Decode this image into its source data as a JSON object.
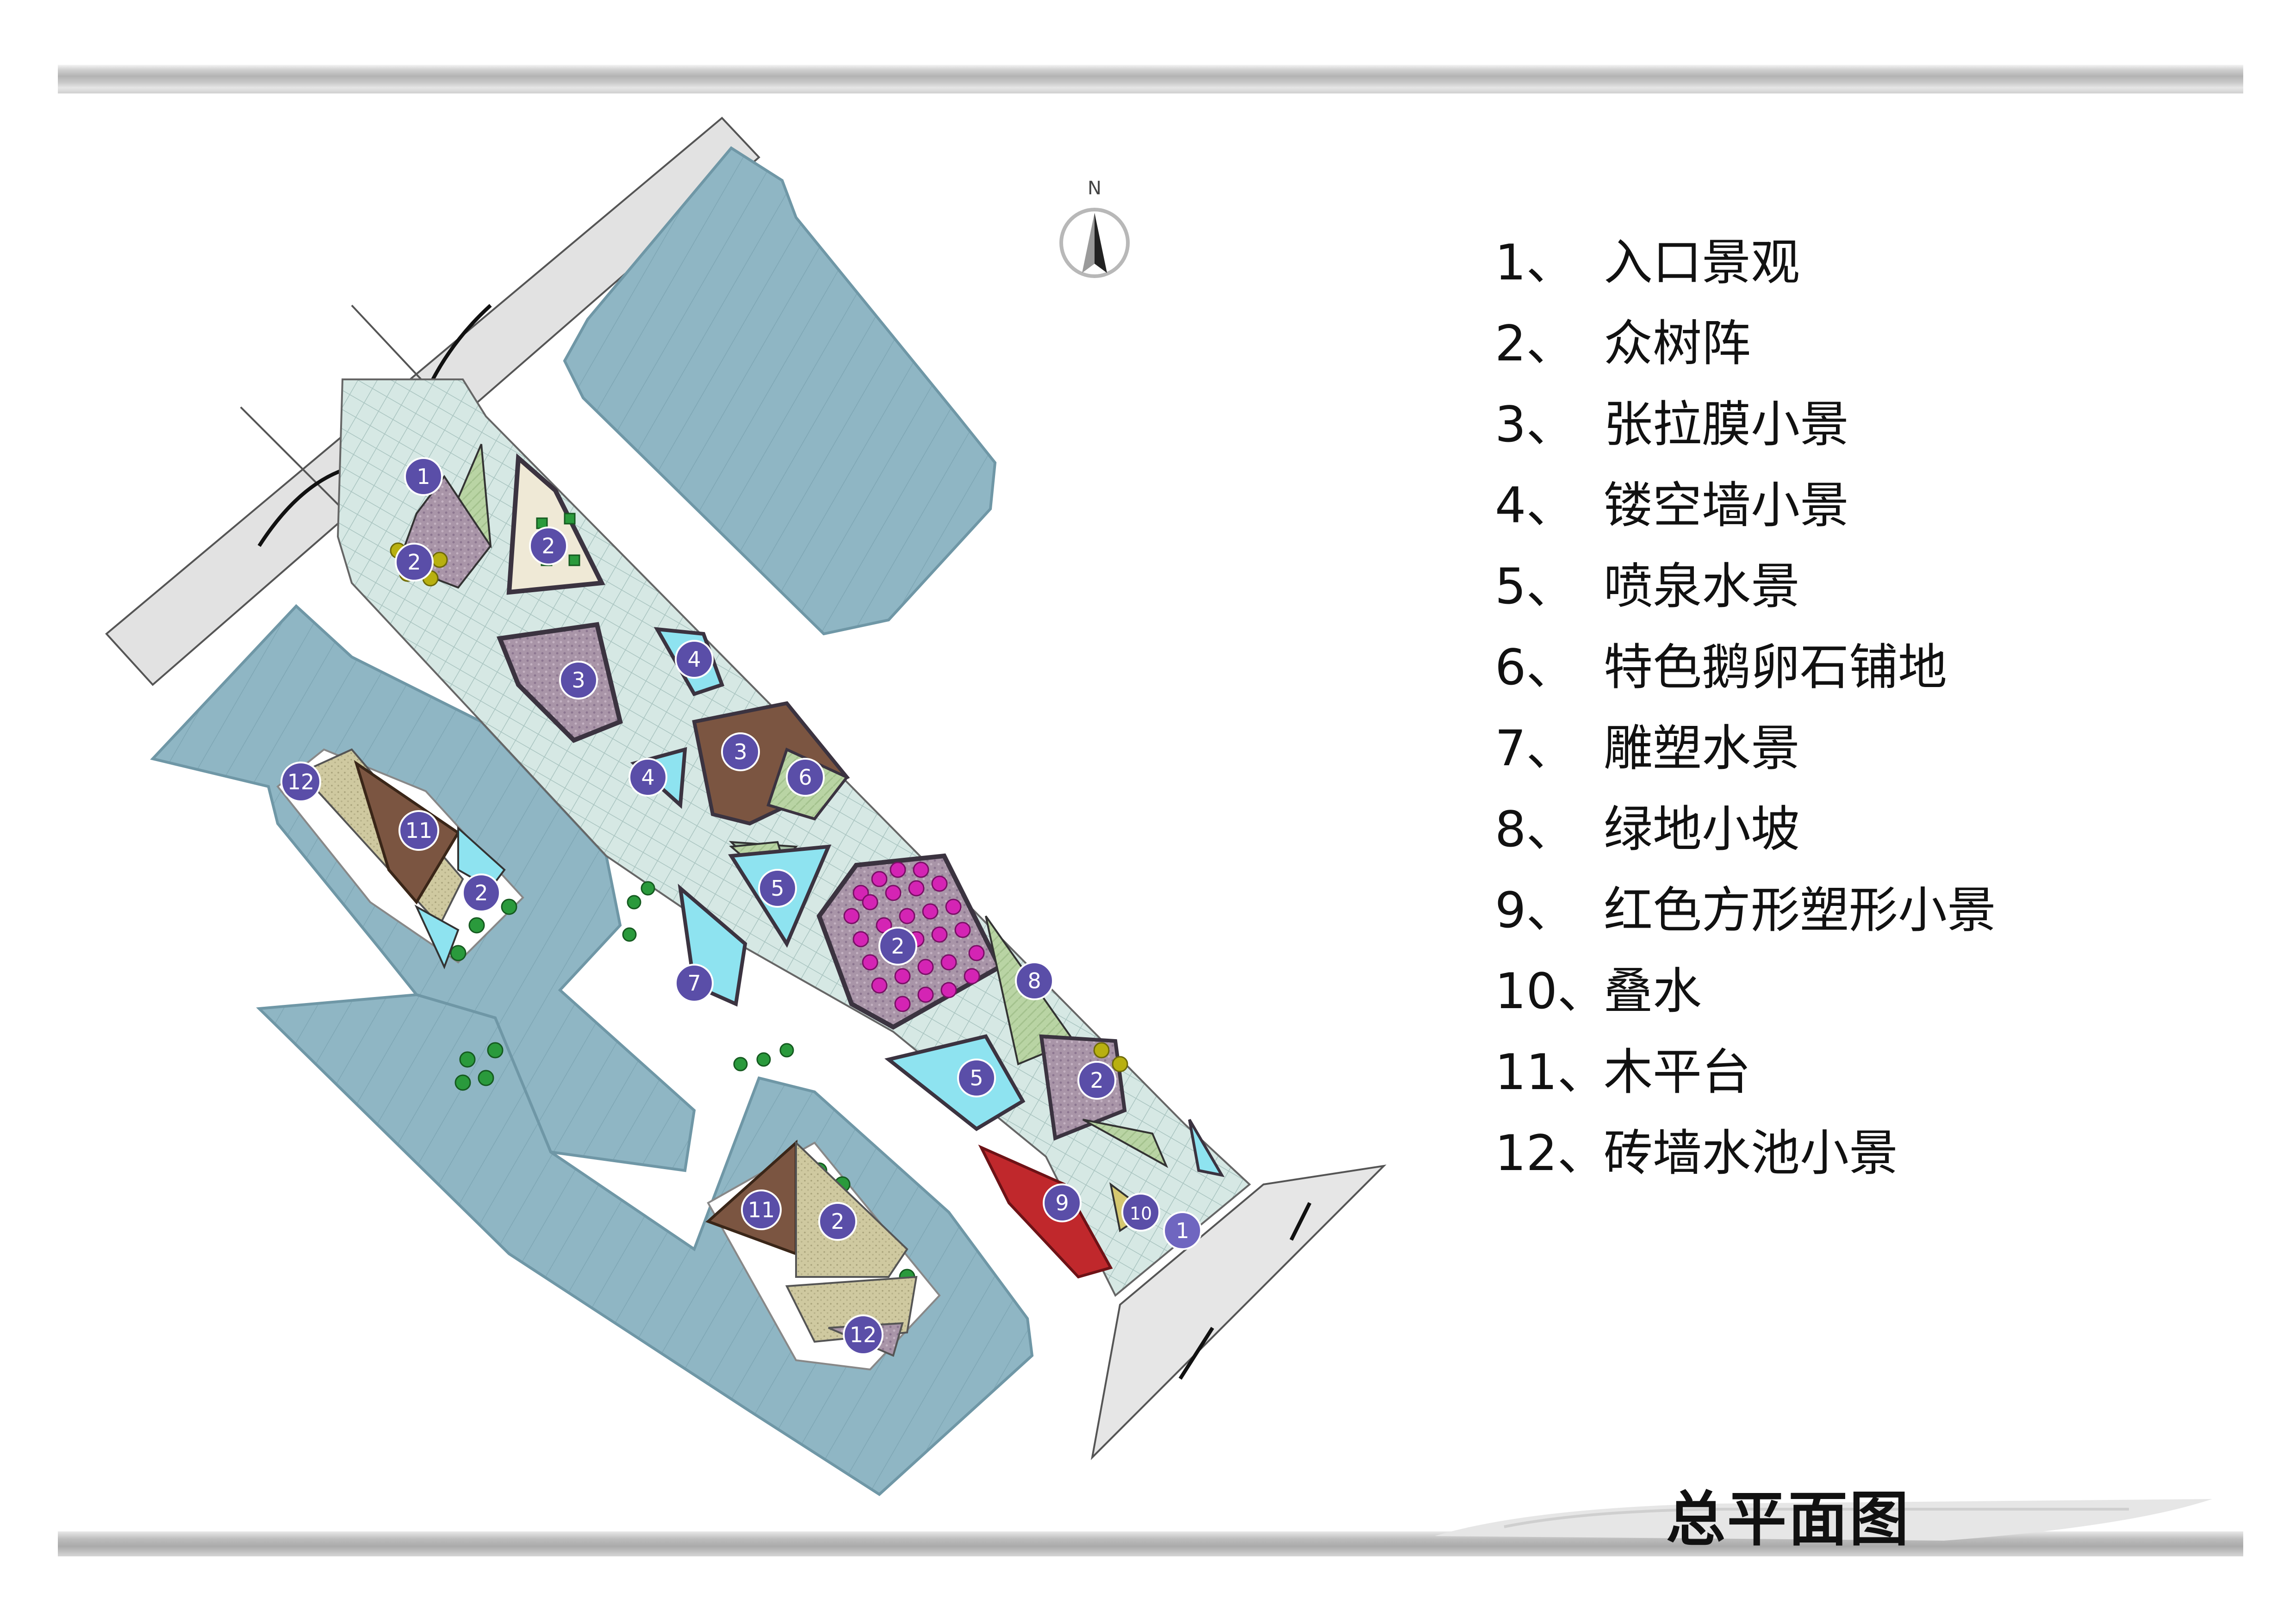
{
  "compass": {
    "north_label": "N"
  },
  "legend": {
    "items": [
      {
        "num": "1、",
        "label": "入口景观"
      },
      {
        "num": "2、",
        "label": "众树阵"
      },
      {
        "num": "3、",
        "label": "张拉膜小景"
      },
      {
        "num": "4、",
        "label": "镂空墙小景"
      },
      {
        "num": "5、",
        "label": "喷泉水景"
      },
      {
        "num": "6、",
        "label": "特色鹅卵石铺地"
      },
      {
        "num": "7、",
        "label": "雕塑水景"
      },
      {
        "num": "8、",
        "label": "绿地小坡"
      },
      {
        "num": "9、",
        "label": "红色方形塑形小景"
      },
      {
        "num": "10、",
        "label": "叠水"
      },
      {
        "num": "11、",
        "label": "木平台"
      },
      {
        "num": "12、",
        "label": "砖墙水池小景"
      }
    ]
  },
  "markers": {
    "m1a": "1",
    "m1b": "1",
    "m2a": "2",
    "m2b": "2",
    "m2c": "2",
    "m2d": "2",
    "m2e": "2",
    "m2f": "2",
    "m3a": "3",
    "m3b": "3",
    "m4a": "4",
    "m4b": "4",
    "m5a": "5",
    "m5b": "5",
    "m6": "6",
    "m7": "7",
    "m8": "8",
    "m9": "9",
    "m10": "10",
    "m11a": "11",
    "m11b": "11",
    "m12a": "12",
    "m12b": "12"
  },
  "title": "总平面图",
  "colors": {
    "building": "#8fb6c4",
    "building_shade": "#6f97a6",
    "paving": "#d6e8e4",
    "road": "#e2e2e2",
    "marker": "#5a4ea8",
    "water": "#8ee3f0",
    "wood": "#7b5541",
    "tree_magenta": "#d424b4",
    "tree_green": "#2a9a3c",
    "tree_yellow": "#b8b010",
    "sculpture_red": "#c0282c"
  }
}
